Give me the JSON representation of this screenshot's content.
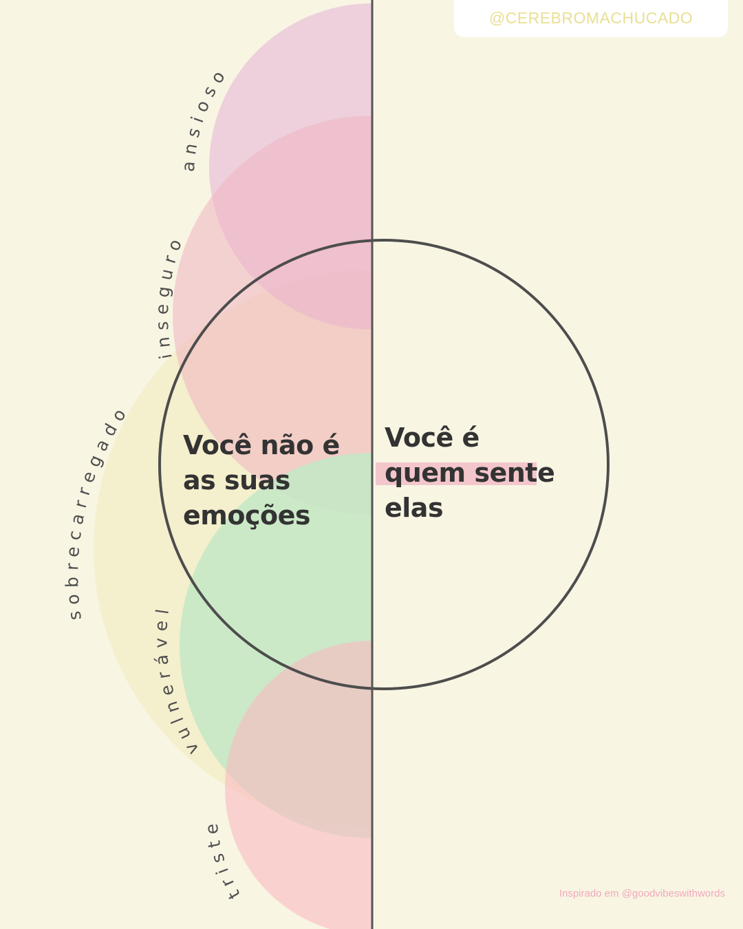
{
  "header": {
    "handle": "@CEREBROMACHUCADO"
  },
  "headline_left": {
    "line1": "Você não é",
    "line2": "as suas",
    "line3": "emoções"
  },
  "headline_right": {
    "line1": "Você é",
    "line2": "quem sente",
    "line3": "elas"
  },
  "emotions": [
    {
      "label": "ansioso",
      "color": "#E8C4DC"
    },
    {
      "label": "inseguro",
      "color": "#F1C0CC"
    },
    {
      "label": "sobrecarregado",
      "color": "#F3EECB"
    },
    {
      "label": "vulnerável",
      "color": "#C6E8C8"
    },
    {
      "label": "triste",
      "color": "#FAC6CB"
    }
  ],
  "footer": {
    "credit": "Inspirado em @goodvibeswithwords"
  },
  "colors": {
    "background": "#F8F5E3",
    "line": "#555555",
    "handle": "#E9DF92",
    "credit": "#F2A9BE",
    "highlight": "#F3C6CC"
  }
}
